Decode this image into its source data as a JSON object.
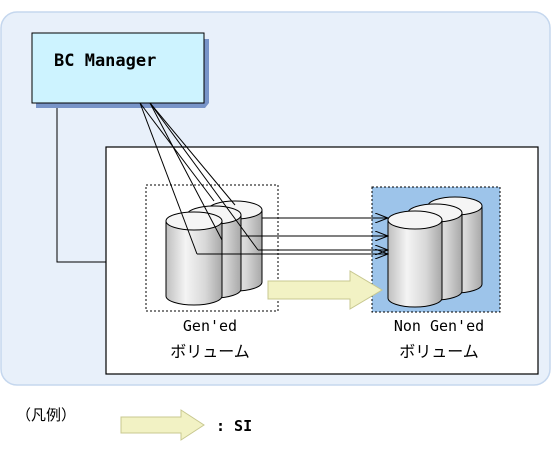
{
  "manager": {
    "label": "BC Manager"
  },
  "volumes": {
    "source": {
      "line1": "Gen'ed",
      "line2": "ボリューム"
    },
    "target": {
      "line1": "Non Gen'ed",
      "line2": "ボリューム"
    }
  },
  "legend": {
    "label": "（凡例）",
    "si_label": ": SI"
  },
  "colors": {
    "outer_panel": "#e8f0fa",
    "outer_border": "#c5d7ee",
    "manager_box": "#cdf3ff",
    "manager_shadow": "#7894c8",
    "target_highlight": "#9dc4ea",
    "arrow_fill": "#f2f2c4",
    "arrow_stroke": "#c8c890",
    "disk_fill": "#dcdcdc"
  }
}
